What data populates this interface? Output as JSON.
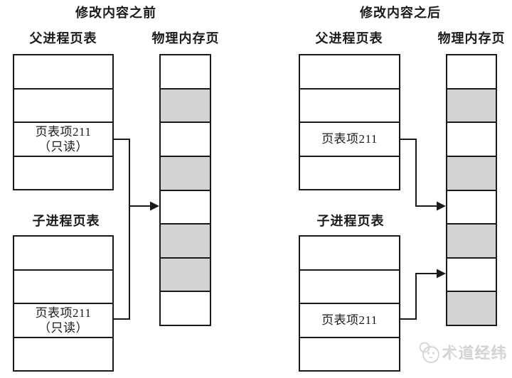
{
  "colors": {
    "line": "#1a1a1a",
    "shaded_fill": "#d2d3d2",
    "watermark": "#dcdcdc"
  },
  "panels": {
    "before": {
      "title": "修改内容之前",
      "parent_table_label": "父进程页表",
      "memory_label": "物理内存页",
      "child_table_label": "子进程页表",
      "parent_entry": {
        "line1": "页表项211",
        "line2": "（只读）"
      },
      "child_entry": {
        "line1": "页表项211",
        "line2": "（只读）"
      },
      "memory_cells": [
        "white",
        "shaded",
        "white",
        "shaded",
        "white",
        "shaded",
        "shaded",
        "white"
      ]
    },
    "after": {
      "title": "修改内容之后",
      "parent_table_label": "父进程页表",
      "memory_label": "物理内存页",
      "child_table_label": "子进程页表",
      "parent_entry": {
        "line1": "页表项211",
        "line2": ""
      },
      "child_entry": {
        "line1": "页表项211",
        "line2": ""
      },
      "memory_cells": [
        "white",
        "shaded",
        "white",
        "shaded",
        "white",
        "shaded",
        "white",
        "shaded"
      ]
    }
  },
  "watermark": {
    "text": "术道经纬"
  }
}
